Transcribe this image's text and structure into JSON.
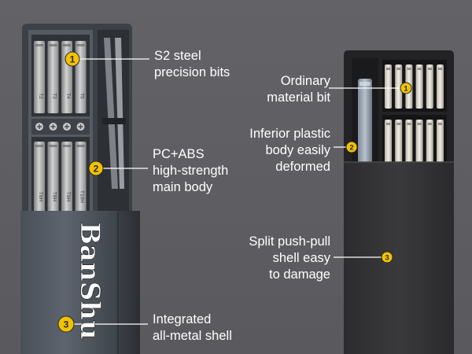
{
  "brand": {
    "logo_text": "BanShu"
  },
  "left_product": {
    "bit_labels": [
      "T2",
      "T3",
      "T4",
      "T5",
      "T6H",
      "T8H",
      "T9H",
      "T10H"
    ],
    "callouts": [
      {
        "number": "1",
        "lines": [
          "S2 steel",
          "precision bits"
        ]
      },
      {
        "number": "2",
        "lines": [
          "PC+ABS",
          "high-strength",
          "main body"
        ]
      },
      {
        "number": "3",
        "lines": [
          "Integrated",
          "all-metal shell"
        ]
      }
    ]
  },
  "right_product": {
    "callouts": [
      {
        "number": "1",
        "lines": [
          "Ordinary",
          "material bit"
        ]
      },
      {
        "number": "2",
        "lines": [
          "Inferior plastic",
          "body easily",
          "deformed"
        ]
      },
      {
        "number": "3",
        "lines": [
          "Split push-pull",
          "shell easy",
          "to damage"
        ]
      }
    ]
  },
  "colors": {
    "background": "#5f5f63",
    "badge": "#f2c200",
    "text": "#ffffff"
  }
}
